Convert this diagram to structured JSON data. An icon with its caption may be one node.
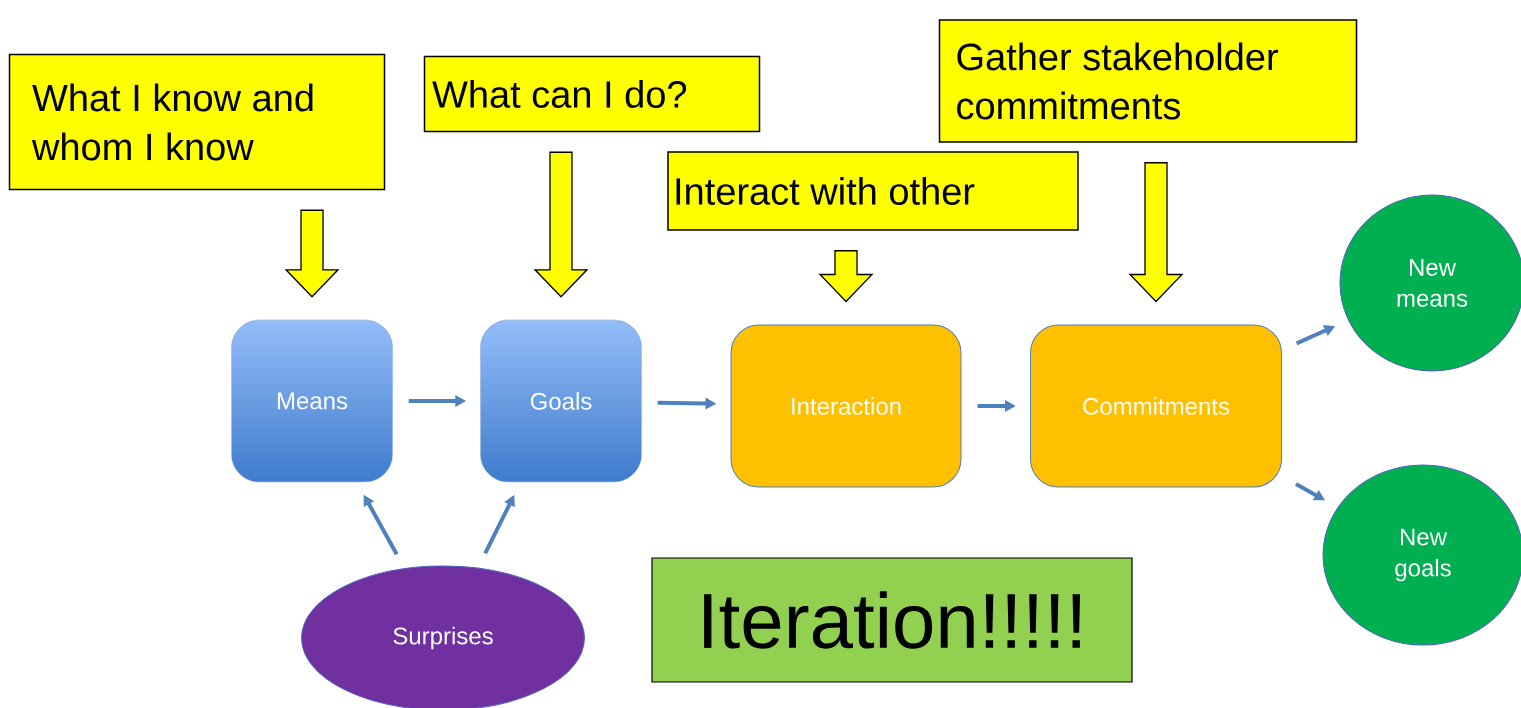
{
  "diagram": {
    "nodes": [
      {
        "text": [
          "What I know and whom I know"
        ]
      },
      {
        "text": [
          "What can I do?"
        ]
      },
      {
        "text": [
          "Interact with other"
        ]
      },
      {
        "text": [
          "Gather stakeholder commitments"
        ]
      },
      {
        "text": [
          "Means"
        ]
      },
      {
        "text": [
          "Goals"
        ]
      },
      {
        "text": [
          "Interaction"
        ]
      },
      {
        "text": [
          "Commitments"
        ]
      },
      {
        "text": [
          "New means"
        ]
      },
      {
        "text": [
          "New goals"
        ]
      },
      {
        "text": [
          "Surprises"
        ]
      },
      {
        "text": [
          "Iteration!!!!!"
        ]
      }
    ],
    "edges": [
      {
        "from": 0,
        "to": 4,
        "arrow": "to",
        "style": "thick",
        "color": "#ffff00"
      },
      {
        "from": 1,
        "to": 5,
        "arrow": "to",
        "style": "thick",
        "color": "#ffff00"
      },
      {
        "from": 2,
        "to": 6,
        "arrow": "to",
        "style": "thick",
        "color": "#ffff00"
      },
      {
        "from": 3,
        "to": 7,
        "arrow": "to",
        "style": "thick",
        "color": "#ffff00"
      },
      {
        "from": 4,
        "to": 5,
        "arrow": "to"
      },
      {
        "from": 5,
        "to": 6,
        "arrow": "to"
      },
      {
        "from": 6,
        "to": 7,
        "arrow": "to"
      },
      {
        "from": 7,
        "to": 8,
        "arrow": "to"
      },
      {
        "from": 7,
        "to": 9,
        "arrow": "to"
      },
      {
        "from": 10,
        "to": 4,
        "arrow": "to"
      },
      {
        "from": 10,
        "to": 5,
        "arrow": "to"
      }
    ]
  }
}
